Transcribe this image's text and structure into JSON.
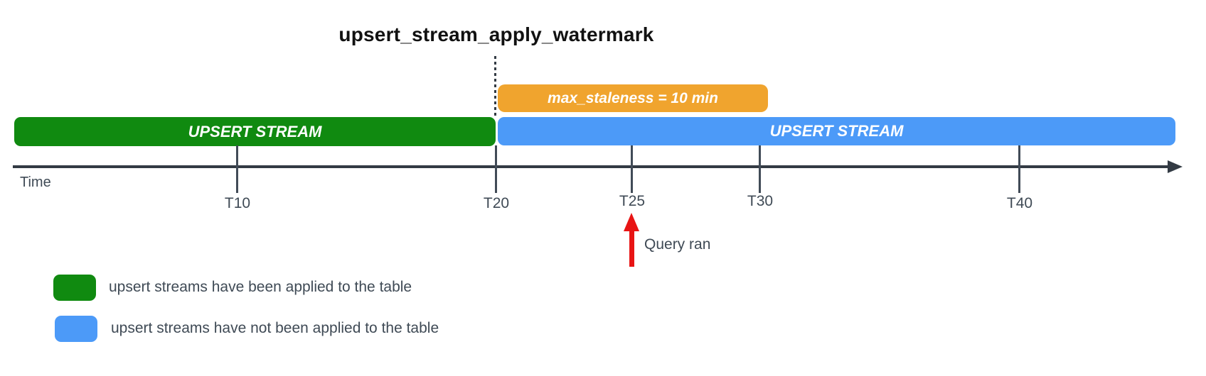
{
  "diagram": {
    "title": "upsert_stream_apply_watermark",
    "colors": {
      "applied_green": "#108a10",
      "not_applied_blue": "#4c9af8",
      "staleness_orange": "#f0a42e",
      "query_arrow_red": "#e81414",
      "axis_dark": "#333b44",
      "label_text": "#3f4a55"
    },
    "bars": {
      "staleness": {
        "label": "max_staleness = 10 min"
      },
      "applied": {
        "label": "UPSERT STREAM"
      },
      "not_applied": {
        "label": "UPSERT STREAM"
      }
    },
    "timeline": {
      "axis_label": "Time",
      "ticks": [
        {
          "label": "T10"
        },
        {
          "label": "T20"
        },
        {
          "label": "T25"
        },
        {
          "label": "T30"
        },
        {
          "label": "T40"
        }
      ]
    },
    "annotation": {
      "label": "Query ran"
    },
    "legend": {
      "items": [
        {
          "swatch_color": "#108a10",
          "label": "upsert streams have been applied to the table"
        },
        {
          "swatch_color": "#4c9af8",
          "label": "upsert streams have not been applied to the table"
        }
      ]
    }
  }
}
